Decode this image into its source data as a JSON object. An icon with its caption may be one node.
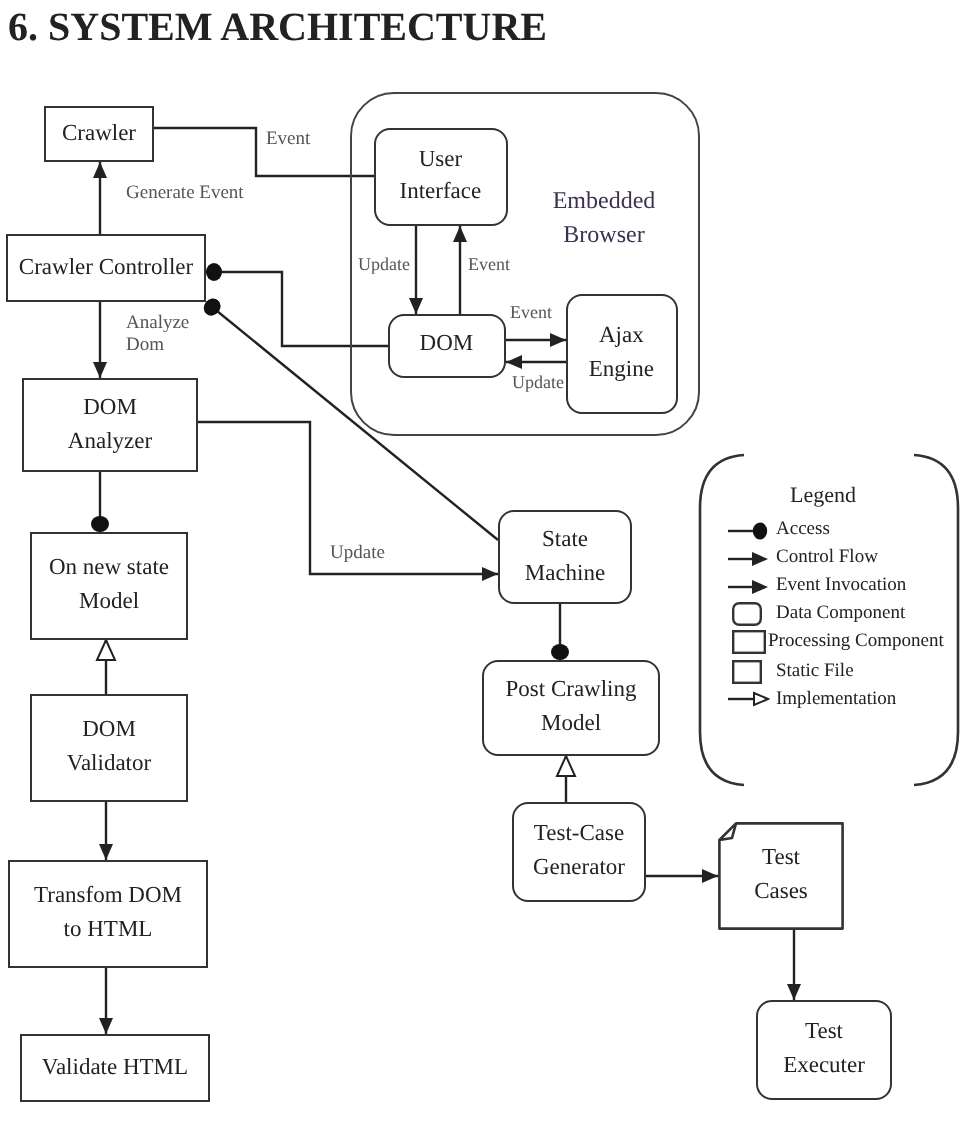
{
  "diagram": {
    "title": "6. SYSTEM ARCHITECTURE",
    "nodes": [
      {
        "text": [
          "Crawler"
        ]
      },
      {
        "text": [
          "Embedded Browser"
        ]
      },
      {
        "text": [
          "User Interface"
        ],
        "in": 1
      },
      {
        "text": [
          "Crawler Controller"
        ]
      },
      {
        "text": [
          "DOM"
        ],
        "in": 1
      },
      {
        "text": [
          "Ajax Engine"
        ],
        "in": 1
      },
      {
        "text": [
          "DOM Analyzer"
        ]
      },
      {
        "text": [
          "On new state Model"
        ]
      },
      {
        "text": [
          "State Machine"
        ]
      },
      {
        "text": [
          "Post Crawling Model"
        ]
      },
      {
        "text": [
          "DOM Validator"
        ]
      },
      {
        "text": [
          "Test-Case Generator"
        ]
      },
      {
        "text": [
          "Test Cases"
        ]
      },
      {
        "text": [
          "Transfom DOM to HTML"
        ]
      },
      {
        "text": [
          "Test Executer"
        ]
      },
      {
        "text": [
          "Validate HTML"
        ]
      }
    ],
    "edges": [
      {
        "from": 3,
        "to": 0,
        "arrow": "to",
        "label": "Generate Event"
      },
      {
        "from": 0,
        "to": 2,
        "arrow": "none",
        "label": "Event"
      },
      {
        "from": 2,
        "to": 4,
        "arrow": "to",
        "label": "Update"
      },
      {
        "from": 4,
        "to": 2,
        "arrow": "to",
        "label": "Event"
      },
      {
        "from": 4,
        "to": 5,
        "arrow": "to",
        "label": "Event"
      },
      {
        "from": 5,
        "to": 4,
        "arrow": "to",
        "label": "Update"
      },
      {
        "from": 4,
        "to": 3,
        "arrow": "other"
      },
      {
        "from": 3,
        "to": 6,
        "arrow": "to",
        "label": "Analyze Dom"
      },
      {
        "from": 8,
        "to": 3,
        "arrow": "other"
      },
      {
        "from": 6,
        "to": 8,
        "arrow": "to",
        "label": "Update"
      },
      {
        "from": 6,
        "to": 7,
        "arrow": "other"
      },
      {
        "from": 10,
        "to": 7,
        "arrow": "to"
      },
      {
        "from": 10,
        "to": 13,
        "arrow": "to"
      },
      {
        "from": 13,
        "to": 15,
        "arrow": "to"
      },
      {
        "from": 8,
        "to": 9,
        "arrow": "other"
      },
      {
        "from": 11,
        "to": 9,
        "arrow": "to"
      },
      {
        "from": 11,
        "to": 12,
        "arrow": "to"
      },
      {
        "from": 12,
        "to": 14,
        "arrow": "to"
      }
    ],
    "labels": [
      "Legend"
    ],
    "legend": [
      {
        "text": "Access"
      },
      {
        "text": "Control Flow"
      },
      {
        "text": "Event Invocation"
      },
      {
        "text": "Data Component"
      },
      {
        "text": "Processing Component"
      },
      {
        "text": "Static File"
      },
      {
        "text": "Implementation"
      }
    ]
  }
}
